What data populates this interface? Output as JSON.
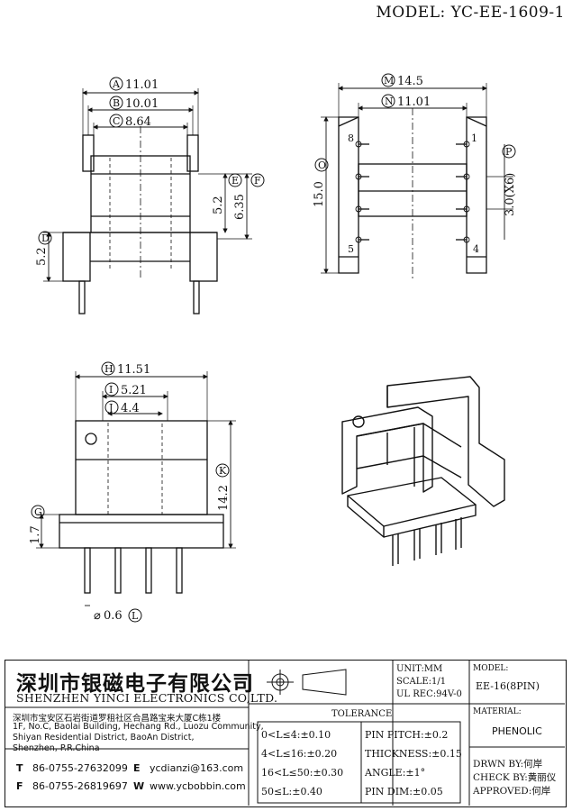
{
  "model_top": "MODEL: YC-EE-1609-1",
  "front_view": {
    "dims": {
      "A": "11.01",
      "B": "10.01",
      "C": "8.64",
      "D": "5.2",
      "E": "5.2",
      "F": "6.35"
    }
  },
  "top_view": {
    "dims": {
      "M": "14.5",
      "N": "11.01",
      "O": "15.0",
      "P": "3.0(X6)"
    },
    "pins": {
      "p8": "8",
      "p1": "1",
      "p5": "5",
      "p4": "4"
    }
  },
  "side_view": {
    "dims": {
      "H": "11.51",
      "I": "5.21",
      "J": "4.4",
      "K": "14.2",
      "G": "1.7",
      "L": "0.6"
    }
  },
  "title_block": {
    "company_cn": "深圳市银磁电子有限公司",
    "company_en": "SHENZHEN YINCI ELECTRONICS CO,LTD.",
    "address_cn": "深圳市宝安区石岩街道罗租社区合昌路宝来大厦C栋1楼",
    "address_en_1": "1F, No.C, Baolai Building, Hechang Rd., Luozu Community,",
    "address_en_2": "Shiyan Residential District, BaoAn District,",
    "address_en_3": "Shenzhen, P.R.China",
    "tel_label": "T",
    "tel": "86-0755-27632099",
    "fax_label": "F",
    "fax": "86-0755-26819697",
    "email_label": "E",
    "email": "ycdianzi@163.com",
    "web_label": "W",
    "web": "www.ycbobbin.com",
    "unit": "UNIT:MM",
    "scale": "SCALE:1/1",
    "ul": "UL REC:94V-0",
    "model_label": "MODEL:",
    "model_value": "EE-16(8PIN)",
    "material_label": "MATERIAL:",
    "material_value": "PHENOLIC",
    "tolerance_title": "TOLERANCE",
    "tol_1": "0<L≤4:±0.10",
    "tol_2": "4<L≤16:±0.20",
    "tol_3": "16<L≤50:±0.30",
    "tol_4": "50≤L:±0.40",
    "pin_pitch": "PIN PITCH:±0.2",
    "thickness": "THICKNESS:±0.15",
    "angle": "ANGLE:±1°",
    "pin_dim": "PIN DIM:±0.05",
    "drawn_by": "DRWN BY:何岸",
    "check_by": "CHECK BY:黄丽仪",
    "approved": "APPROVED:何岸"
  }
}
